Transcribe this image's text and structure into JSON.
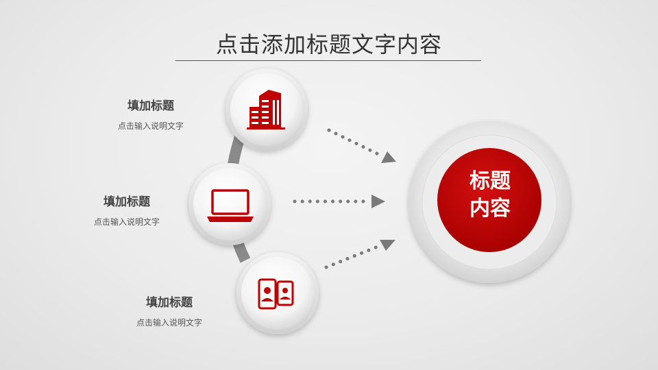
{
  "title": "点击添加标题文字内容",
  "center": {
    "line1": "标题",
    "line2": "内容"
  },
  "items": [
    {
      "title": "填加标题",
      "desc": "点击输入说明文字",
      "icon": "building-icon"
    },
    {
      "title": "填加标题",
      "desc": "点击输入说明文字",
      "icon": "laptop-icon"
    },
    {
      "title": "填加标题",
      "desc": "点击输入说明文字",
      "icon": "mobile-users-icon"
    }
  ],
  "colors": {
    "accent": "#c00000",
    "arc": "#8a8a8a",
    "dots": "#7a7a7a",
    "text": "#444444"
  }
}
